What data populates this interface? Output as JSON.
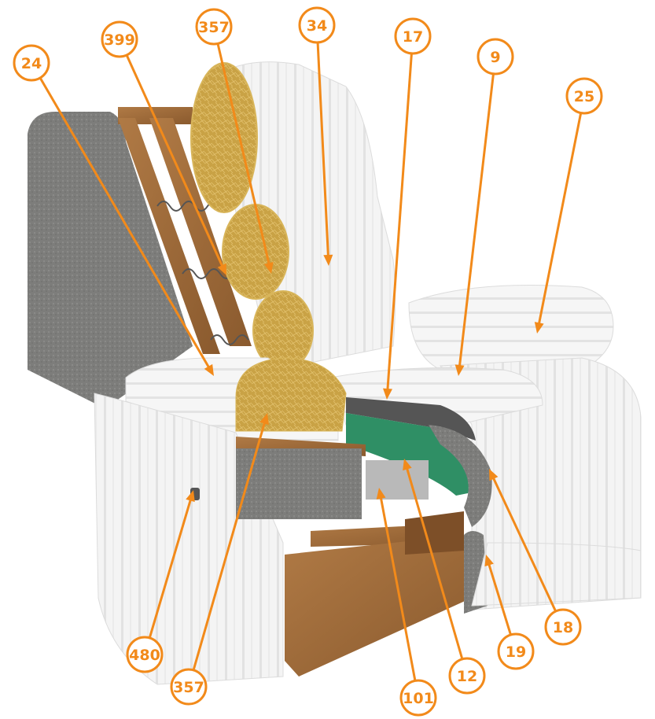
{
  "diagram": {
    "accent_color": "#F28A1A",
    "badge_fill": "#FFFFFF",
    "subject": "recliner-chair-cutaway",
    "callouts": [
      {
        "id": "c24",
        "label": "24"
      },
      {
        "id": "c399",
        "label": "399"
      },
      {
        "id": "c357a",
        "label": "357"
      },
      {
        "id": "c34",
        "label": "34"
      },
      {
        "id": "c17",
        "label": "17"
      },
      {
        "id": "c9",
        "label": "9"
      },
      {
        "id": "c25",
        "label": "25"
      },
      {
        "id": "c480",
        "label": "480"
      },
      {
        "id": "c357b",
        "label": "357"
      },
      {
        "id": "c101",
        "label": "101"
      },
      {
        "id": "c12",
        "label": "12"
      },
      {
        "id": "c19",
        "label": "19"
      },
      {
        "id": "c18",
        "label": "18"
      }
    ]
  }
}
